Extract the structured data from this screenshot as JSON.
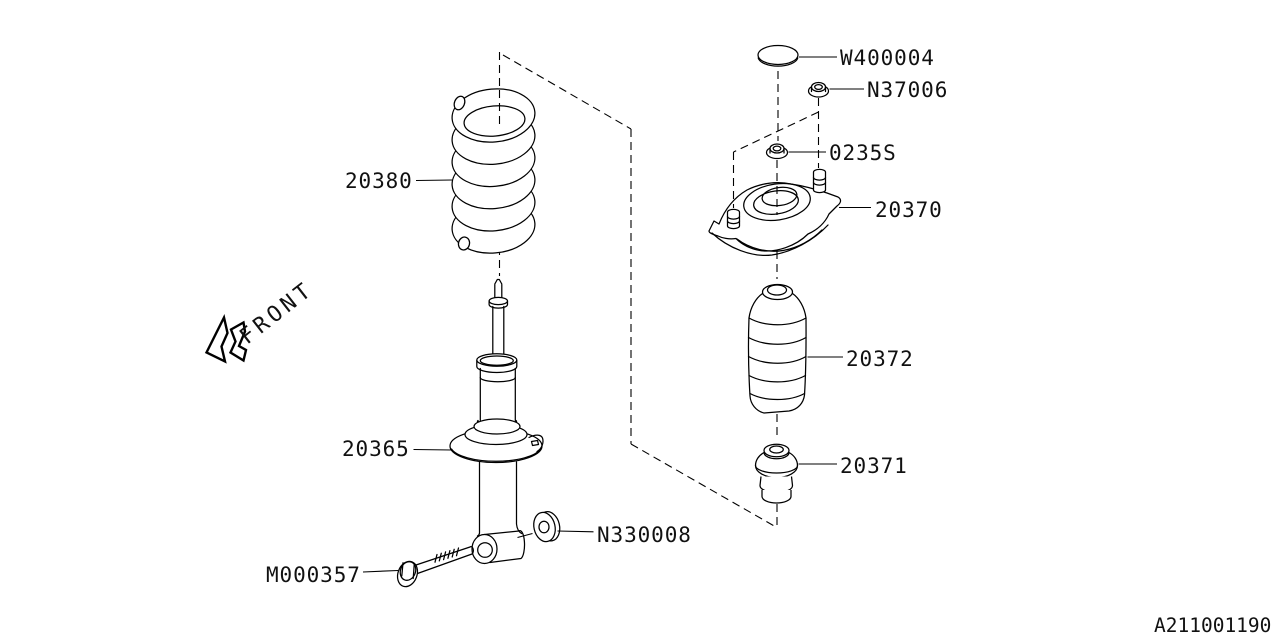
{
  "diagram": {
    "drawing_code": "A211001190",
    "front_label": "FRONT",
    "parts": {
      "coil_spring": "20380",
      "shock_absorber": "20365",
      "bolt": "M000357",
      "lower_nut": "N330008",
      "cap": "W400004",
      "upper_nut": "N37006",
      "self_lock_nut": "0235S",
      "strut_mount": "20370",
      "dust_cover": "20372",
      "helper_rubber": "20371"
    }
  }
}
